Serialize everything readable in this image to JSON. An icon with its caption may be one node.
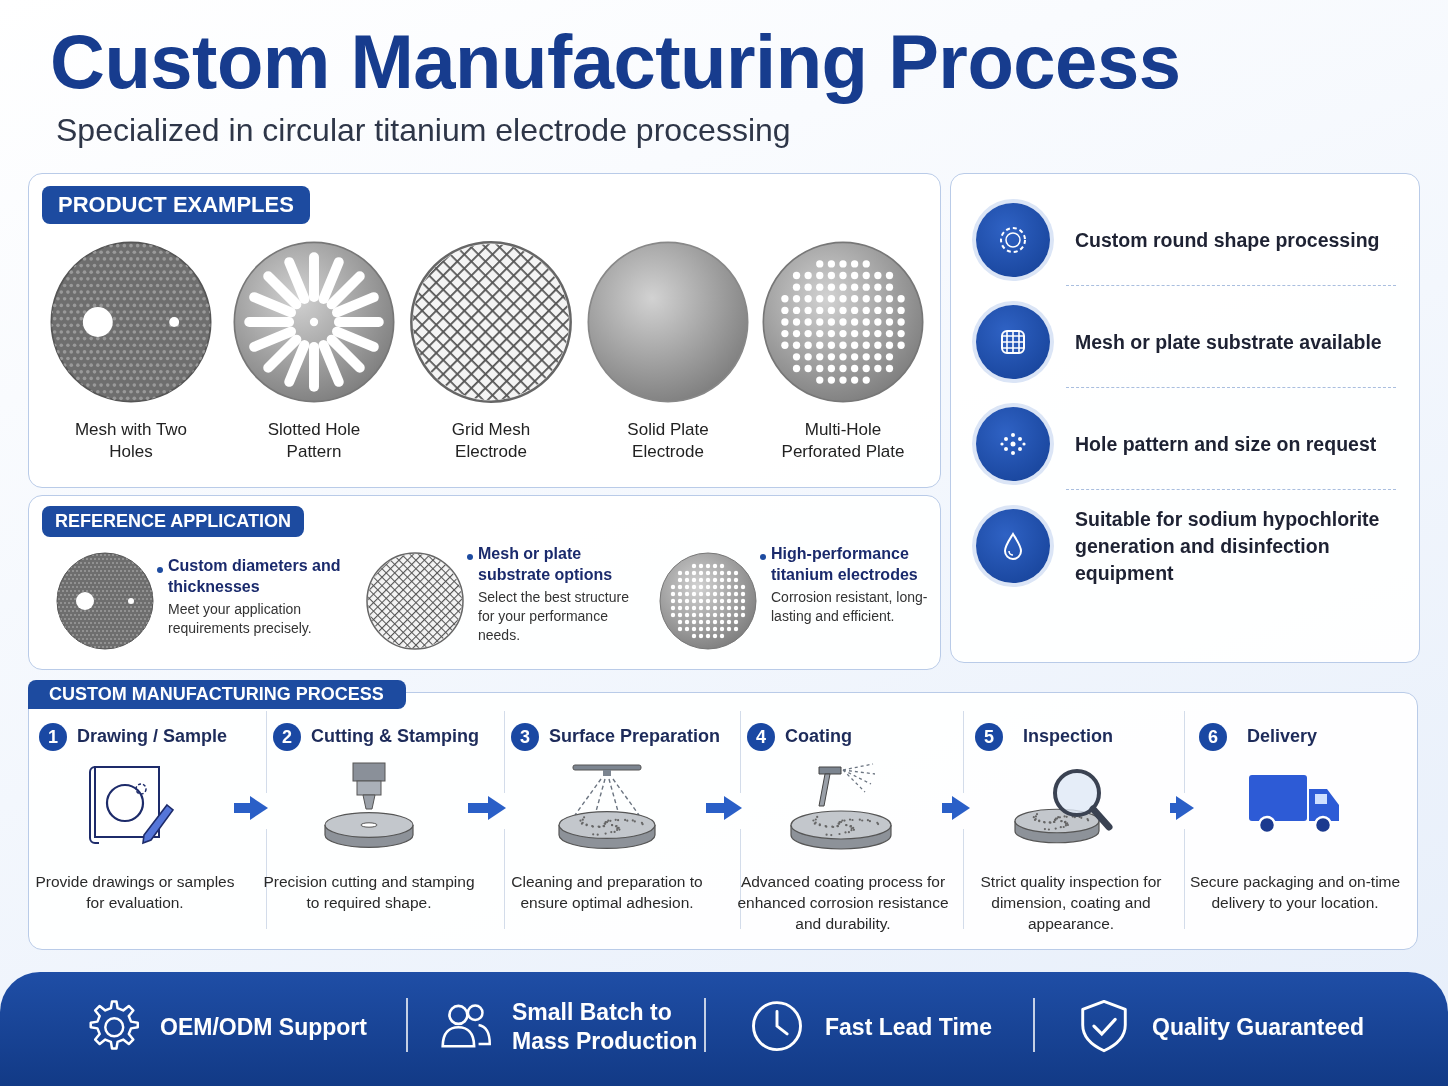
{
  "diagram": {
    "title": "Custom Manufacturing Process",
    "nodes": [
      {
        "text": [
          "PRODUCT EXAMPLES"
        ]
      },
      {
        "text": [
          "Mesh with Two Holes"
        ],
        "in": 0
      },
      {
        "text": [
          "Slotted Hole Pattern"
        ],
        "in": 0
      },
      {
        "text": [
          "Grid Mesh Electrode"
        ],
        "in": 0
      },
      {
        "text": [
          "Solid Plate Electrode"
        ],
        "in": 0
      },
      {
        "text": [
          "Multi-Hole Perforated Plate"
        ],
        "in": 0
      },
      {
        "text": [
          "REFERENCE APPLICATION"
        ]
      },
      {
        "text": [
          "Custom diameters and thicknesses",
          "Meet your application requirements precisely."
        ],
        "in": 6
      },
      {
        "text": [
          "Mesh or plate substrate options",
          "Select the best structure for your performance needs."
        ],
        "in": 6
      },
      {
        "text": [
          "High-performance titanium electrodes",
          "Corrosion resistant, long-lasting and efficient."
        ],
        "in": 6
      },
      {
        "text": [],
        "shape": "box"
      },
      {
        "text": [
          "Custom round shape processing"
        ],
        "in": 10
      },
      {
        "text": [
          "Mesh or plate substrate available"
        ],
        "in": 10
      },
      {
        "text": [
          "Hole pattern and size on request"
        ],
        "in": 10
      },
      {
        "text": [
          "Suitable for sodium hypochlorite generation and disinfection equipment"
        ],
        "in": 10
      },
      {
        "text": [
          "CUSTOM MANUFACTURING PROCESS"
        ]
      },
      {
        "text": [
          "1",
          "Drawing / Sample",
          "Provide drawings or samples for evaluation."
        ],
        "in": 15
      },
      {
        "text": [
          "2",
          "Cutting & Stamping",
          "Precision cutting and stamping to required shape."
        ],
        "in": 15
      },
      {
        "text": [
          "3",
          "Surface Preparation",
          "Cleaning and preparation to ensure optimal adhesion."
        ],
        "in": 15
      },
      {
        "text": [
          "4",
          "Coating",
          "Advanced coating process for enhanced corrosion resistance and durability."
        ],
        "in": 15
      },
      {
        "text": [
          "5",
          "Inspection",
          "Strict quality inspection for dimension, coating and appearance."
        ],
        "in": 15
      },
      {
        "text": [
          "6",
          "Delivery",
          "Secure packaging and on-time delivery to your location."
        ],
        "in": 15
      },
      {
        "text": [],
        "shape": "bar"
      },
      {
        "text": [
          "OEM/ODM Support"
        ],
        "in": 22
      },
      {
        "text": [
          "Small Batch to Mass Production"
        ],
        "in": 22
      },
      {
        "text": [
          "Fast Lead Time"
        ],
        "in": 22
      },
      {
        "text": [
          "Quality Guaranteed"
        ],
        "in": 22
      }
    ],
    "edges": [
      {
        "from": 16,
        "to": 17,
        "arrow": "to"
      },
      {
        "from": 17,
        "to": 18,
        "arrow": "to"
      },
      {
        "from": 18,
        "to": 19,
        "arrow": "to"
      },
      {
        "from": 19,
        "to": 20,
        "arrow": "to"
      },
      {
        "from": 20,
        "to": 21,
        "arrow": "to"
      }
    ],
    "labels": [
      "Specialized in circular titanium electrode processing"
    ]
  }
}
